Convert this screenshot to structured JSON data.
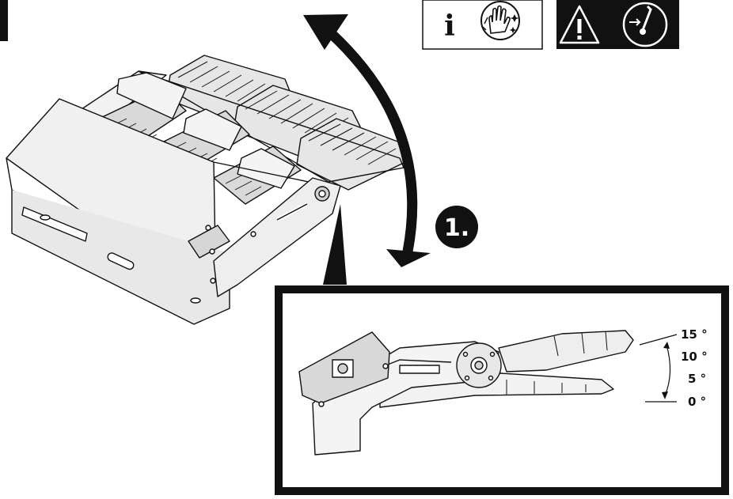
{
  "step": {
    "label": "1."
  },
  "icons": [
    {
      "name": "info-icon",
      "glyph": "i"
    },
    {
      "name": "gloves-icon"
    },
    {
      "name": "warning-icon",
      "glyph": "!"
    },
    {
      "name": "power-off-icon"
    }
  ],
  "tilt_scale": {
    "labels": [
      "15 °",
      "10 °",
      "5 °",
      "0 °"
    ]
  },
  "colors": {
    "line": "#111111",
    "fill_light": "#eeeeee",
    "fill_mid": "#d0d0d0",
    "panel_dark": "#111111",
    "background": "#ffffff"
  }
}
